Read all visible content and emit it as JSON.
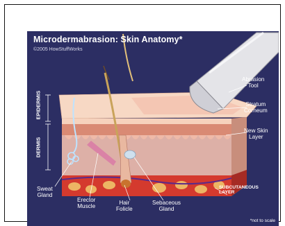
{
  "title": "Microdermabrasion: Skin Anatomy*",
  "copyright": "©2005 HowStuffWorks",
  "labels": {
    "abrasion_tool": "Abrasion\nTool",
    "stratum_corneum": "Stratum\nCorneum",
    "new_skin_layer": "New Skin\nLayer",
    "subcutaneous_layer": "SUBCUTANEOUS\nLAYER",
    "epidermis": "EPIDERMIS",
    "dermis": "DERMIS",
    "sweat_gland": "Sweat\nGland",
    "erector_muscle": "Erector\nMuscle",
    "hair_folicle": "Hair\nFolicle",
    "sebaceous_gland": "Sebaceous\nGland"
  },
  "footnote": "*not to scale",
  "colors": {
    "background": "#2c2e63",
    "stratum_corneum": "#f6d2bd",
    "epidermis": "#e8a08a",
    "dermis": "#f1bfae",
    "subcutaneous": "#d43a2e",
    "tool": "#e4e4e8"
  }
}
